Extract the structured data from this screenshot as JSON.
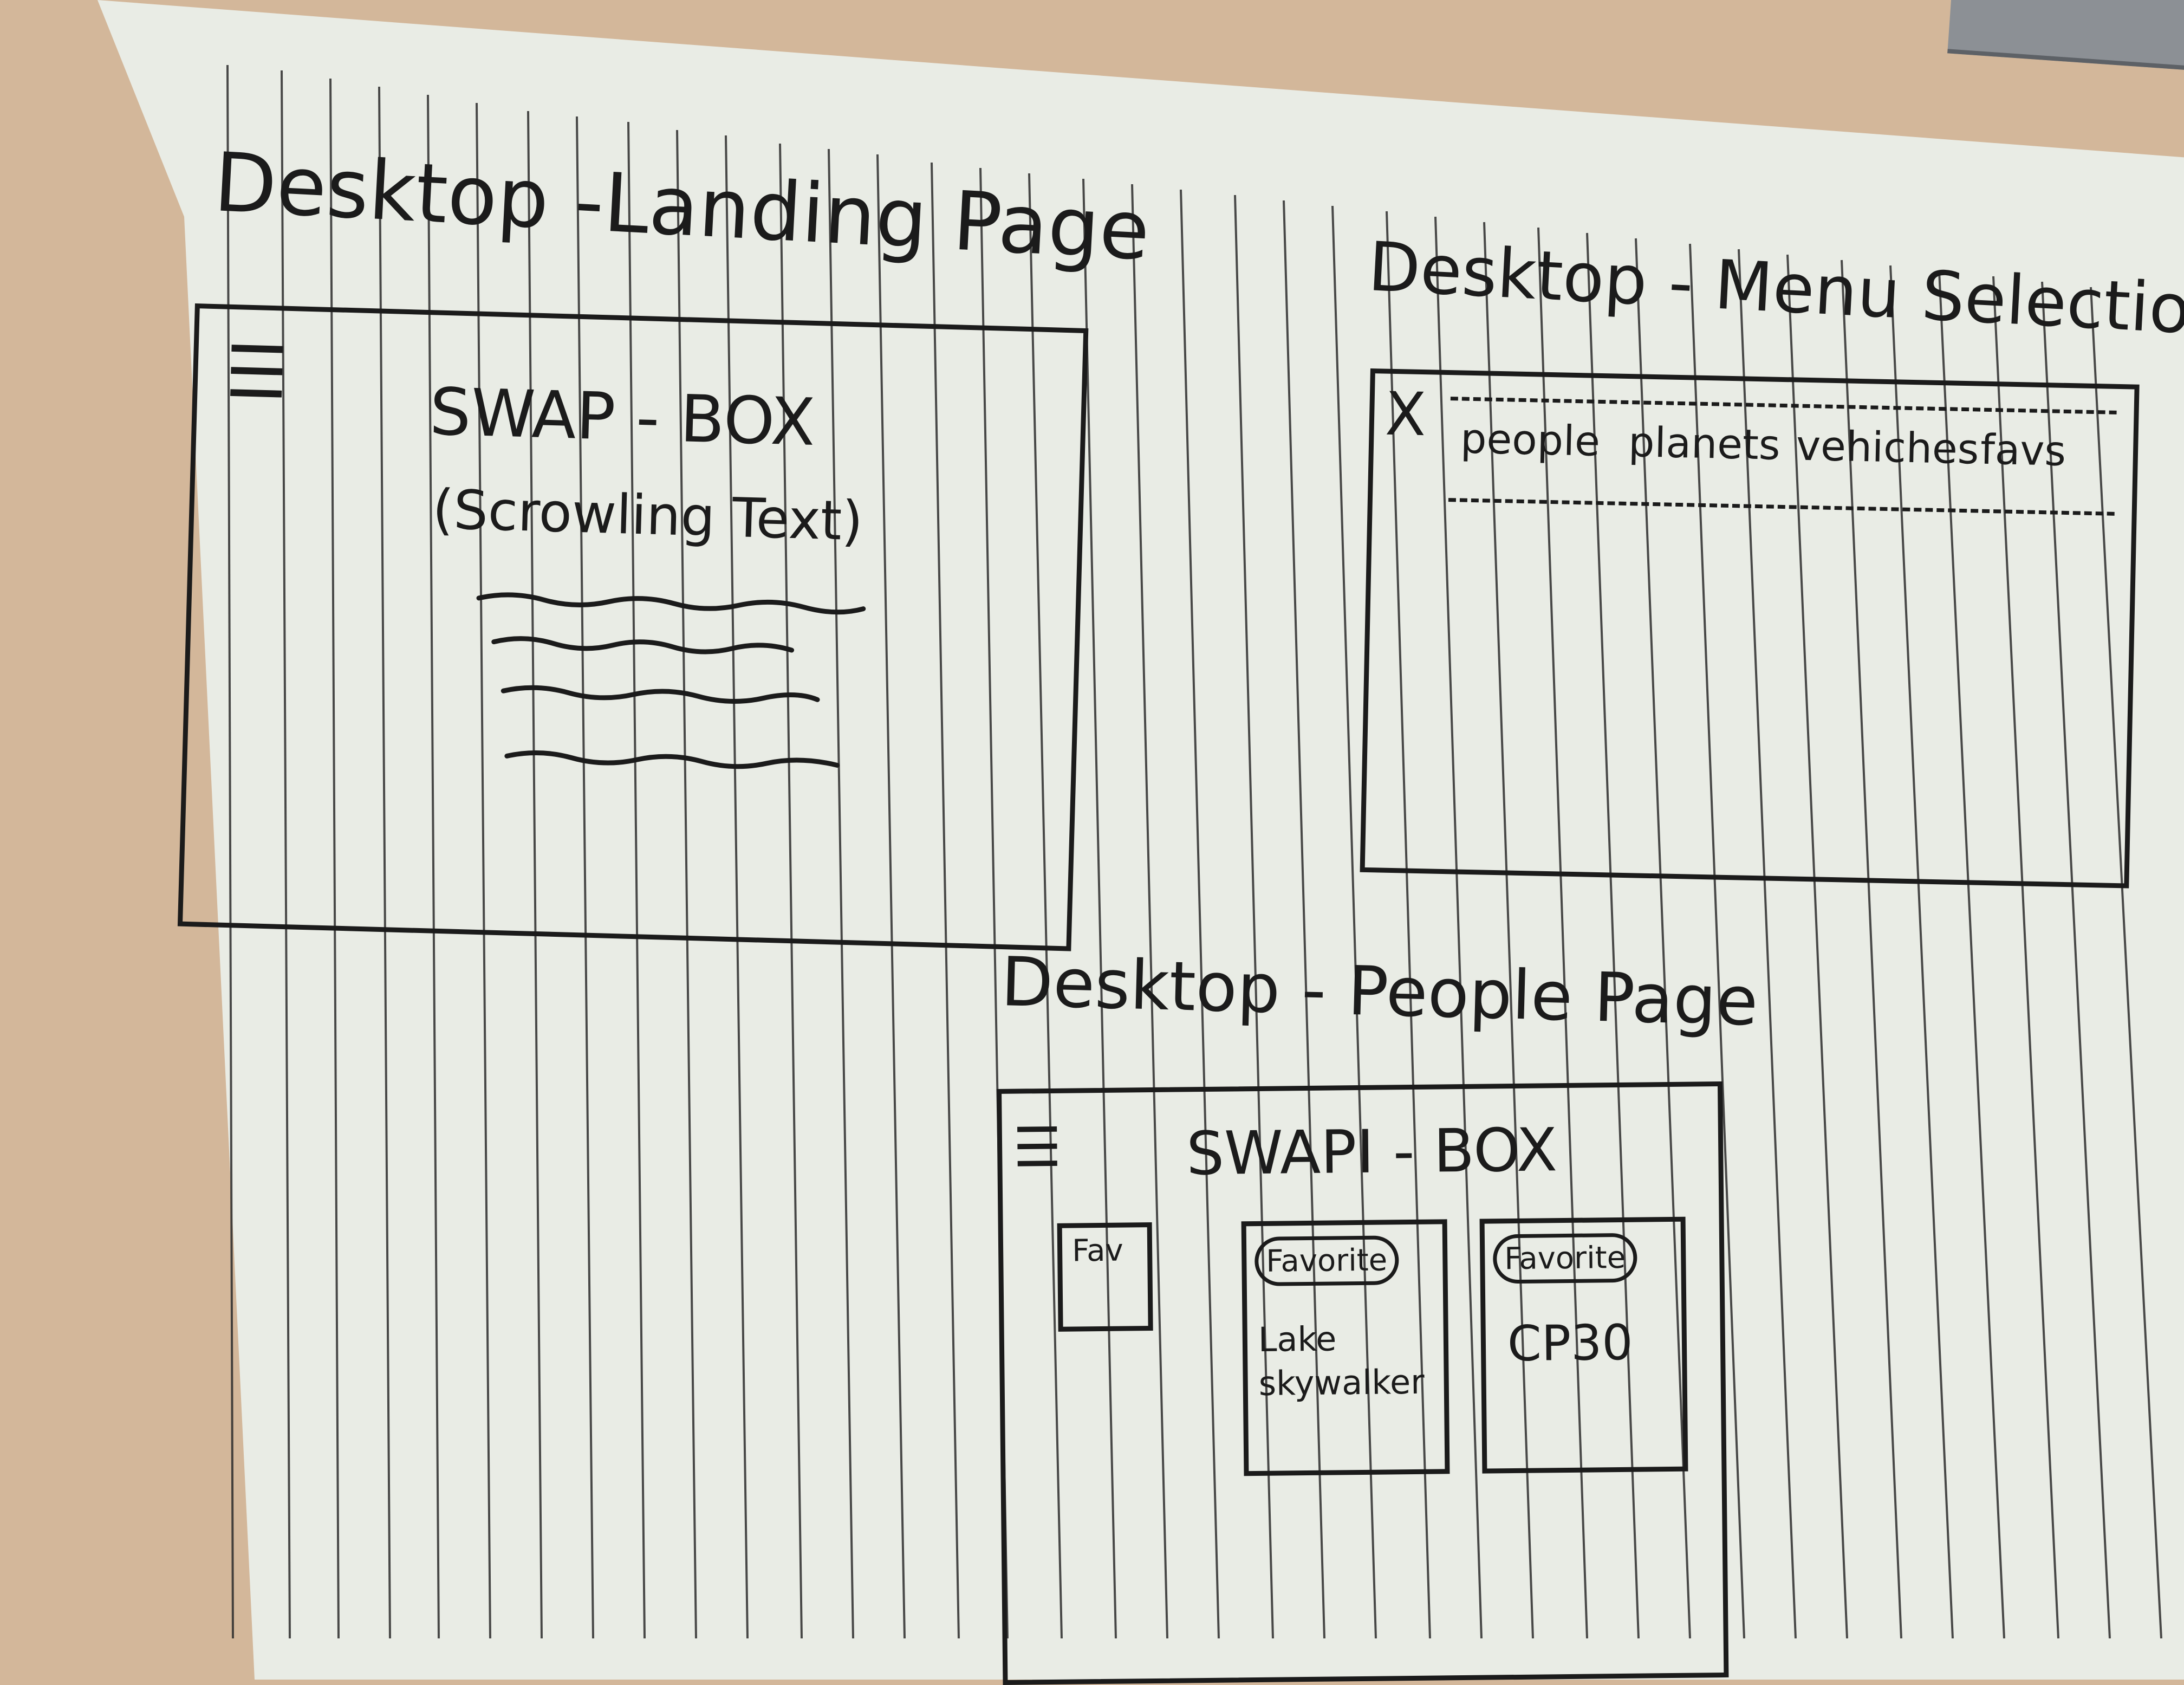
{
  "sketches": {
    "landing": {
      "heading": "Desktop -Landing Page",
      "title": "SWAP - BOX",
      "subtitle": "(Scrowling Text)"
    },
    "menu": {
      "heading": "Desktop - Menu Selection",
      "close": "X",
      "items": [
        "people",
        "planets",
        "vehiches",
        "favs"
      ]
    },
    "people": {
      "heading": "Desktop - People Page",
      "title": "SWAPI - BOX",
      "fav_button": "Fav",
      "cards": [
        {
          "badge": "Favorite",
          "name": "Lake skywalker"
        },
        {
          "badge": "Favorite",
          "name": "CP30"
        }
      ]
    }
  }
}
